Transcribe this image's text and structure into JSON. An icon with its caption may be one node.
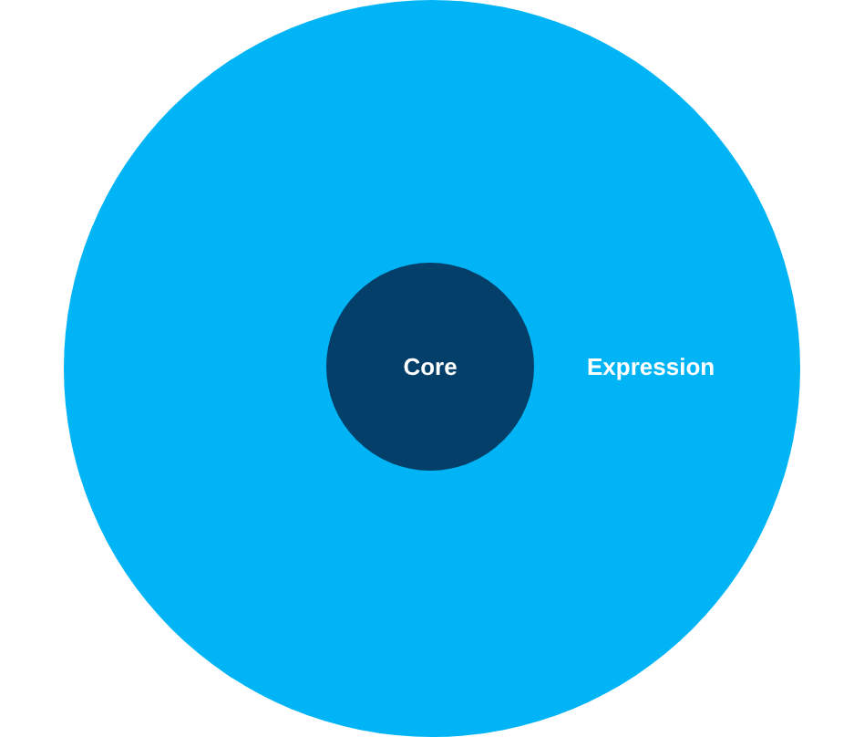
{
  "diagram": {
    "nodes": [
      {
        "text": [
          "Expression"
        ]
      },
      {
        "text": [
          "Core"
        ],
        "in": 0
      }
    ]
  }
}
